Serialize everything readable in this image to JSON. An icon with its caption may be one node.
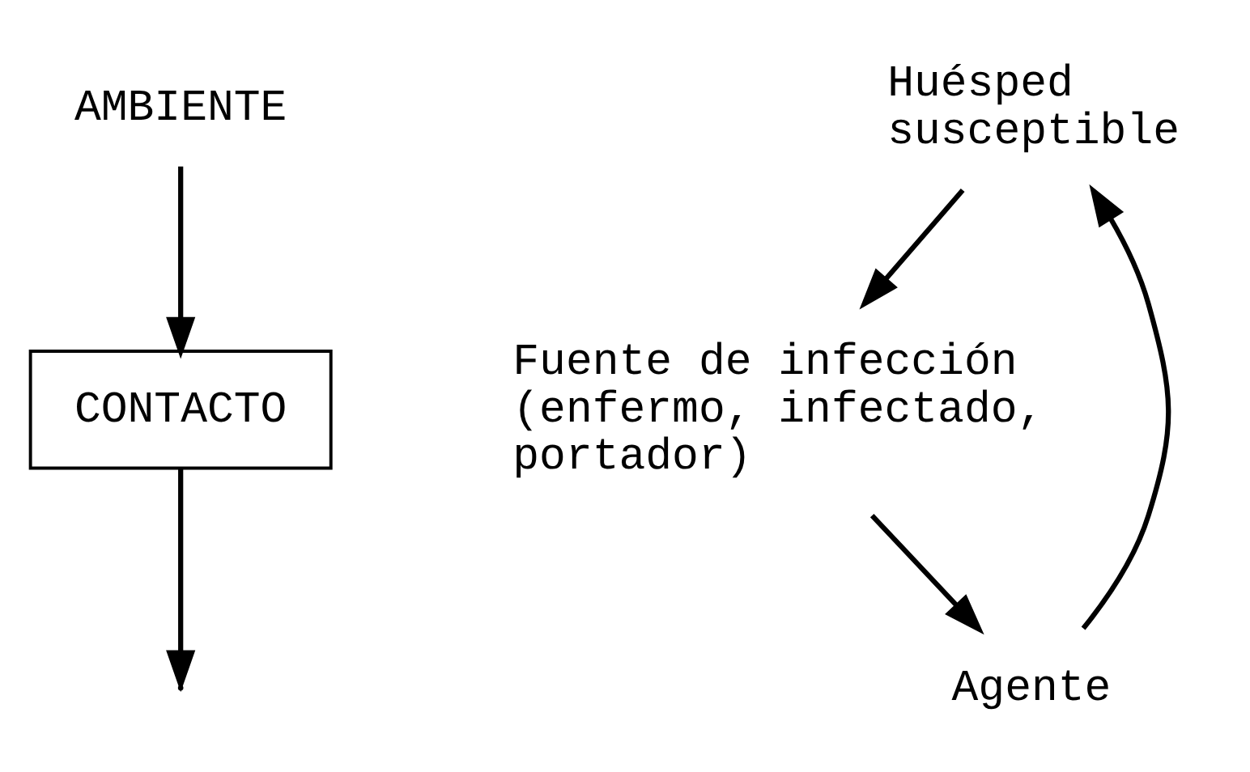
{
  "diagram": {
    "nodes": [
      {
        "text": [
          "AMBIENTE"
        ]
      },
      {
        "text": [
          "CONTACTO"
        ]
      },
      {
        "text": [
          "Huésped susceptible"
        ]
      },
      {
        "text": [
          "Fuente de infección (enfermo, infectado, portador)"
        ]
      },
      {
        "text": [
          "Agente"
        ]
      }
    ],
    "edges": [
      {
        "from": 0,
        "to": 1,
        "arrow": "to"
      },
      {
        "from": 1,
        "to": null,
        "arrow": "to"
      },
      {
        "from": 4,
        "to": 2,
        "arrow": "to"
      },
      {
        "from": 2,
        "to": 3,
        "arrow": "to"
      },
      {
        "from": 3,
        "to": 4,
        "arrow": "to"
      }
    ]
  }
}
